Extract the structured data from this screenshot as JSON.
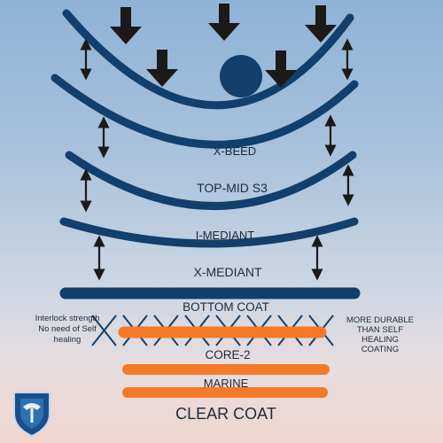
{
  "colors": {
    "layer_navy": "#123f6b",
    "arrow": "#1a1a1a",
    "orange": "#f47a28",
    "label_text": "#1c2a3a"
  },
  "layers": {
    "x_beed": "X-BEED",
    "top_mid": "TOP-MID S3",
    "i_mediant": "I-MEDIANT",
    "x_mediant": "X-MEDIANT",
    "bottom_coat": "BOTTOM COAT",
    "core": "CORE-2",
    "marine": "MARINE",
    "clear_coat": "CLEAR COAT"
  },
  "notes": {
    "left_line1": "Interlock strength",
    "left_line2": "No need of Self",
    "left_line3": "healing",
    "right_line1": "MORE DURABLE",
    "right_line2": "THAN SELF",
    "right_line3": "HEALING",
    "right_line4": "COATING"
  },
  "icons": {
    "impact_arrows": "down-arrow-icon",
    "impact_object": "ball-icon",
    "spacing_arrows": "double-arrow-icon",
    "logo": "shield-logo-icon"
  }
}
